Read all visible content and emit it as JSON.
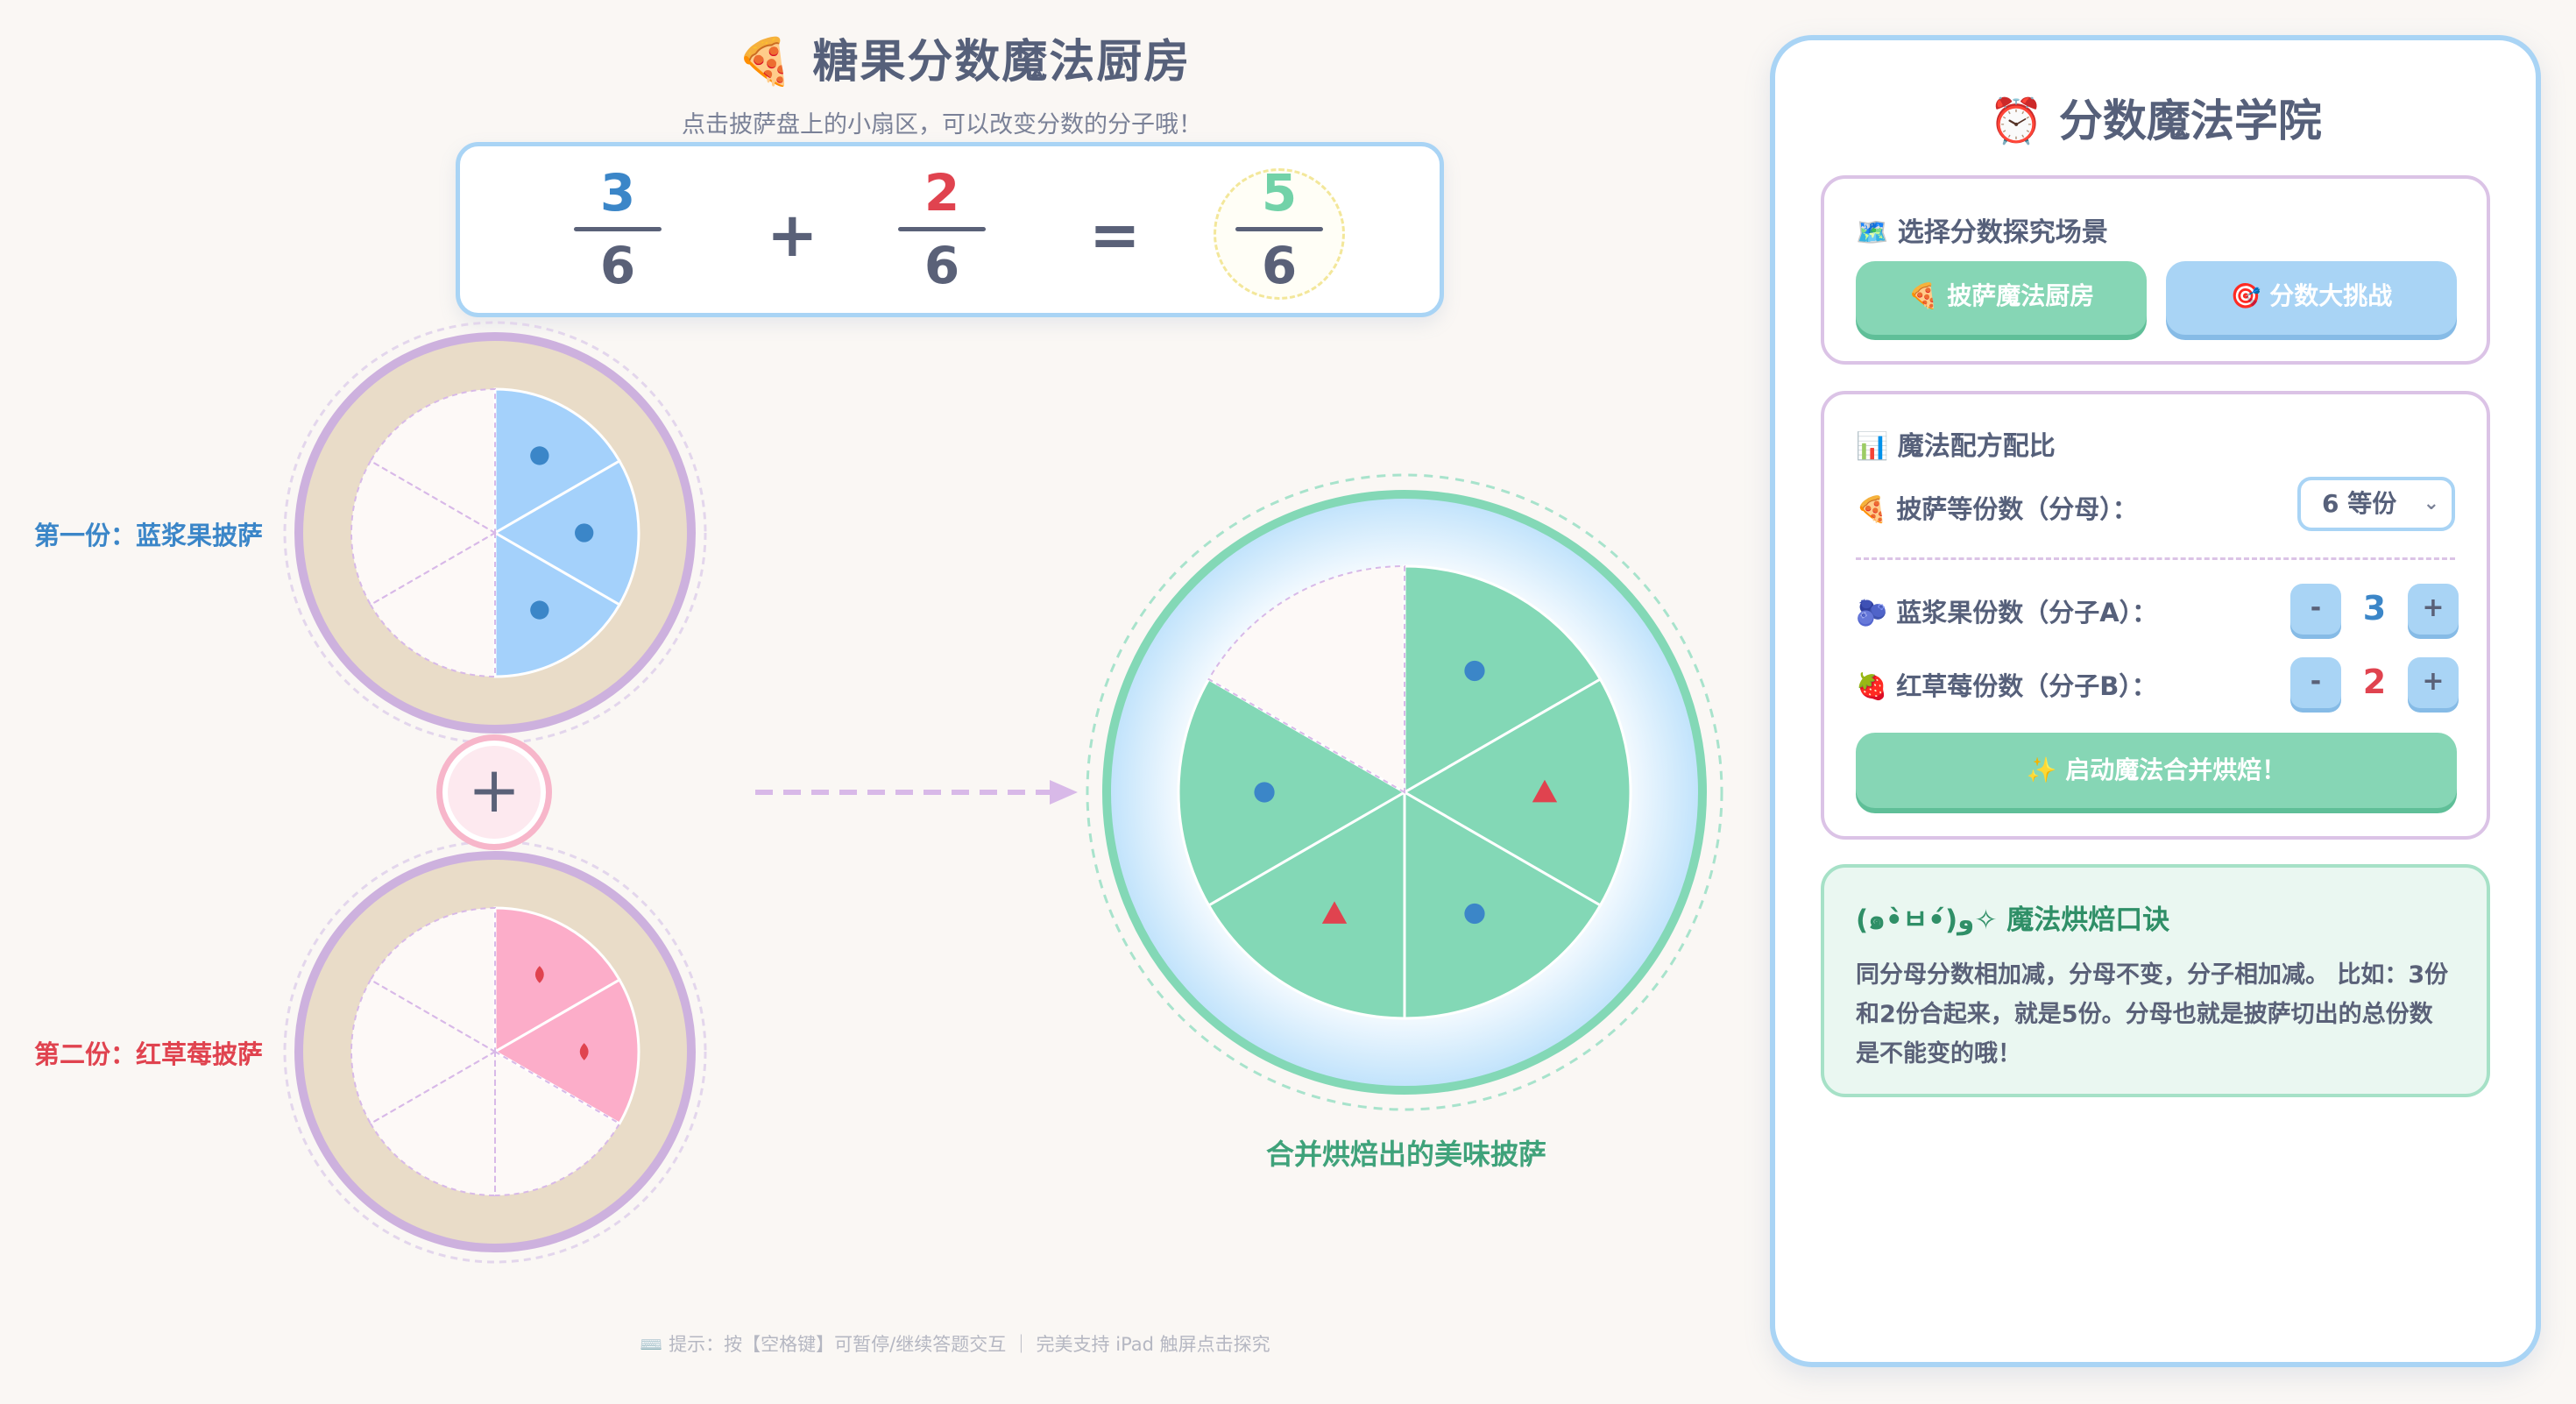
{
  "header": {
    "title": "🍕 糖果分数魔法厨房",
    "subtitle": "点击披萨盘上的小扇区，可以改变分数的分子哦！"
  },
  "equation": {
    "a_num": "3",
    "a_den": "6",
    "plus": "+",
    "b_num": "2",
    "b_den": "6",
    "equals": "=",
    "result_num": "5",
    "result_den": "6"
  },
  "pizzas": {
    "first_label": "第一份：蓝浆果披萨",
    "second_label": "第二份：红草莓披萨",
    "plus_symbol": "+",
    "merged_label": "合并烘焙出的美味披萨",
    "denominator": 6,
    "blueberry_slices": 3,
    "strawberry_slices": 2
  },
  "footer_hint": "⌨️ 提示：按【空格键】可暂停/继续答题交互 ｜ 完美支持 iPad 触屏点击探究",
  "panel": {
    "title": "⏰ 分数魔法学院",
    "scene_card": {
      "heading": "🗺️ 选择分数探究场景",
      "buttons": [
        "🍕 披萨魔法厨房",
        "🎯 分数大挑战"
      ]
    },
    "recipe_card": {
      "heading": "📊 魔法配方配比",
      "denominator_label": "🍕 披萨等份数（分母）：",
      "denominator_value": "6 等份",
      "blueberry_label": "🫐 蓝浆果份数（分子A）：",
      "blueberry_value": "3",
      "strawberry_label": "🍓 红草莓份数（分子B）：",
      "strawberry_value": "2",
      "minus": "-",
      "plus": "+",
      "bake_button": "✨ 启动魔法合并烘焙！"
    },
    "tip_card": {
      "title": "(๑•̀ㅂ•́)و✧ 魔法烘焙口诀",
      "body": "同分母分数相加减，分母不变，分子相加减。 比如：3份和2份合起来，就是5份。分母也就是披萨切出的总份数是不能变的哦！"
    }
  },
  "colors": {
    "blue": "#3b86c8",
    "red": "#e0434f",
    "green": "#72d2a8",
    "blue_slice": "#a4d1fb",
    "pink_slice": "#fcadc9",
    "green_slice": "#83d8b6"
  }
}
